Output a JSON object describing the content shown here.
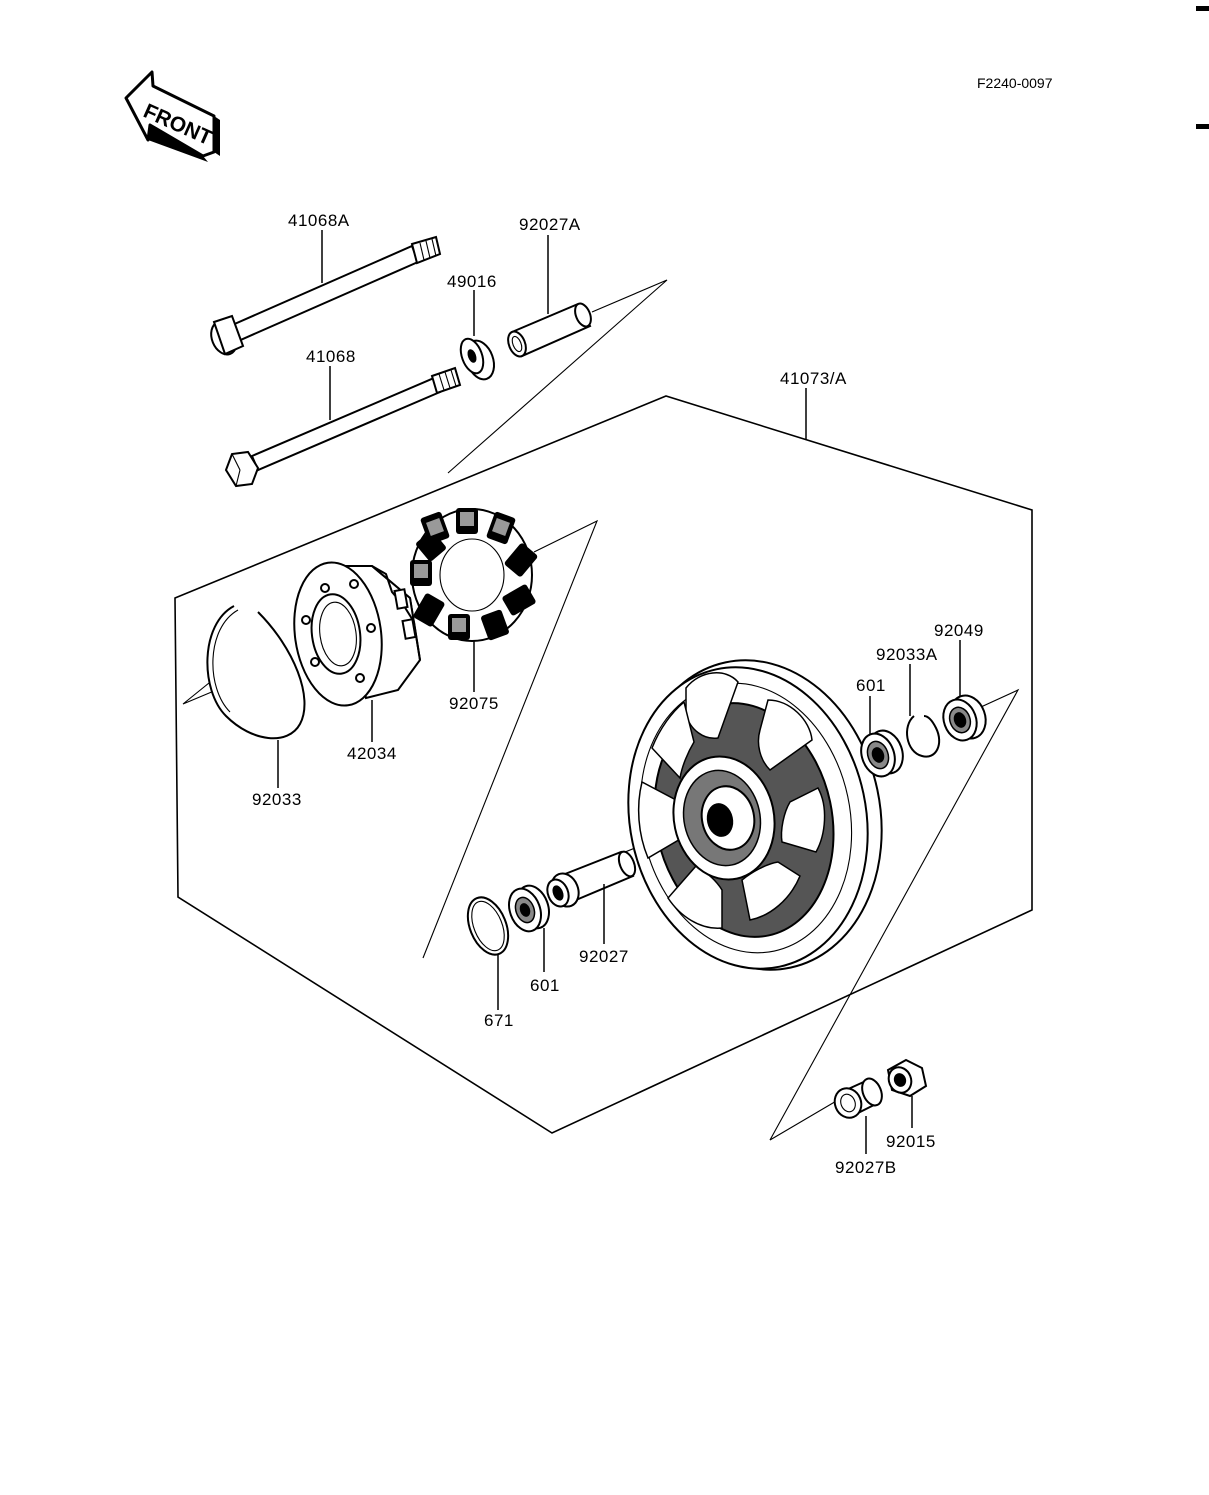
{
  "diagram": {
    "code": "F2240-0097",
    "front_label": "FRONT",
    "parts": {
      "p41068A": "41068A",
      "p41068": "41068",
      "p49016": "49016",
      "p92027A": "92027A",
      "p41073A": "41073/A",
      "p92033": "92033",
      "p42034": "42034",
      "p92075": "92075",
      "p92049": "92049",
      "p92033A": "92033A",
      "p601a": "601",
      "p601b": "601",
      "p92027": "92027",
      "p671": "671",
      "p92015": "92015",
      "p92027B": "92027B"
    }
  }
}
